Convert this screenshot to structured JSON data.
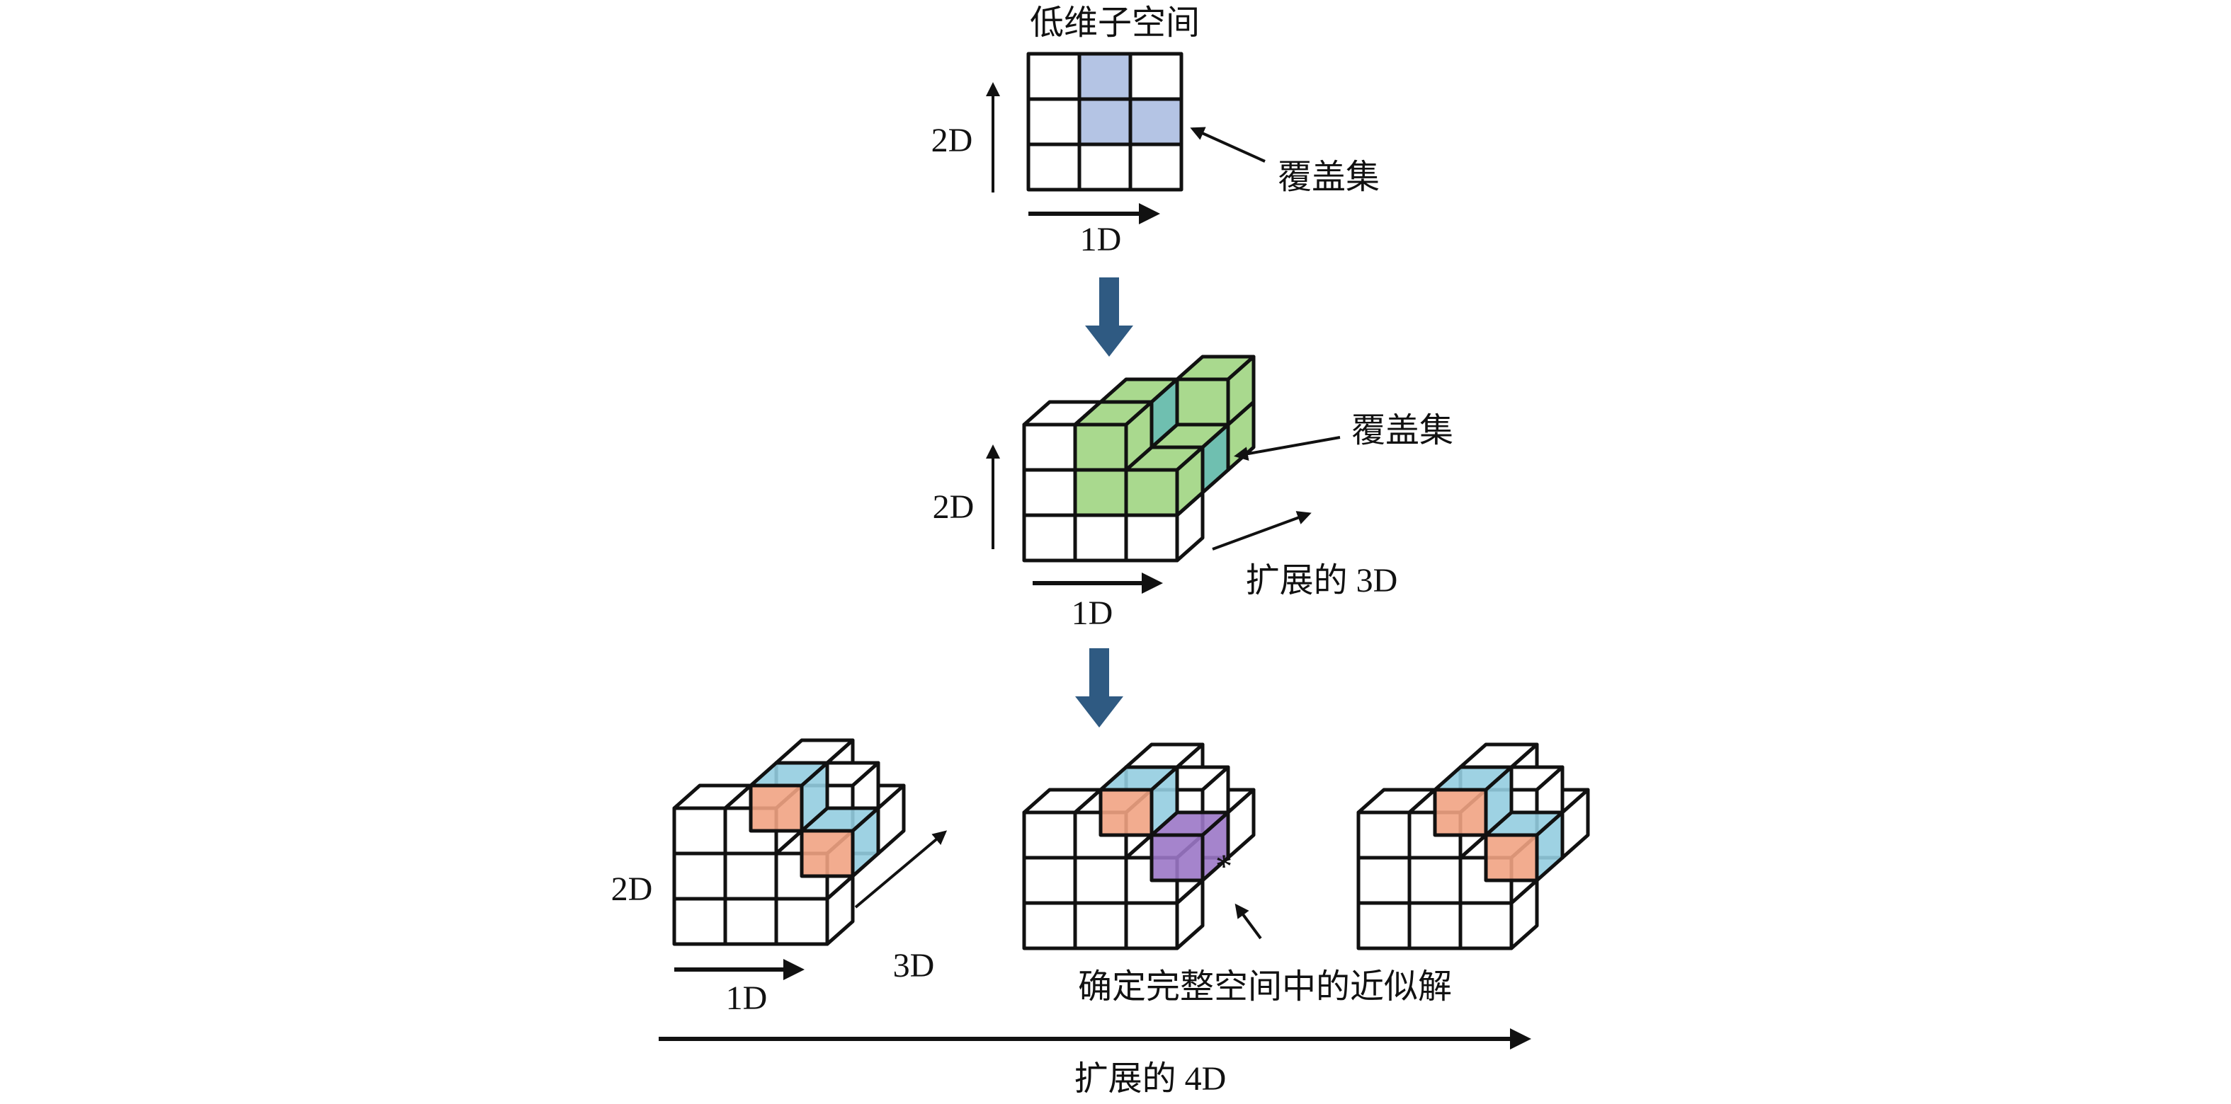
{
  "colors": {
    "line": "#111111",
    "cover_blue": "#b4c4e4",
    "green": "#a9d98e",
    "teal": "#6fbfb0",
    "orange": "#f1a383",
    "light_blue": "#93cde0",
    "purple": "#9b77c7",
    "down_arrow": "#2f5a82"
  },
  "top": {
    "title": "低维子空间",
    "axis_2d": "2D",
    "axis_1d": "1D",
    "cover_label": "覆盖集"
  },
  "middle": {
    "axis_2d": "2D",
    "axis_1d": "1D",
    "axis_3d": "扩展的 3D",
    "cover_label": "覆盖集"
  },
  "bottom": {
    "axis_2d": "2D",
    "axis_1d": "1D",
    "axis_3d": "3D",
    "star": "*",
    "solution_label": "确定完整空间中的近似解",
    "axis_4d": "扩展的 4D"
  }
}
